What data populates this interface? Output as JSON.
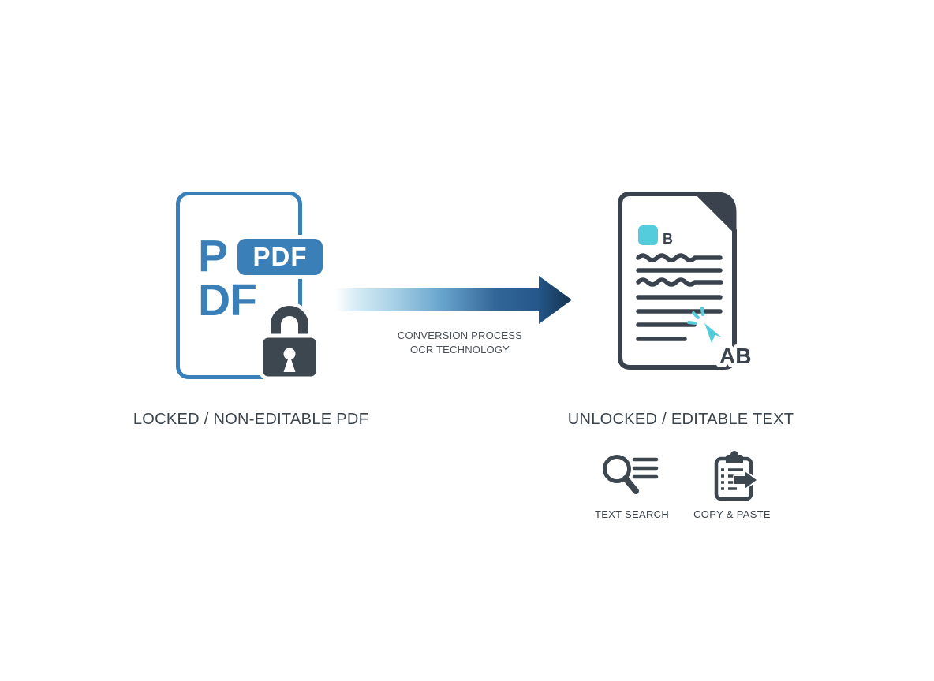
{
  "colors": {
    "blue": "#3a7fb8",
    "navy_dark": "#16324f",
    "slate": "#3d4750",
    "cyan": "#54ccdc",
    "caption_text": "#3b434c",
    "background": "#ffffff"
  },
  "left": {
    "letters_line1": "P",
    "letters_line2": "DF",
    "badge_label": "PDF",
    "caption": "LOCKED / NON-EDITABLE PDF",
    "icon": "lock-icon"
  },
  "arrow": {
    "caption_line1": "CONVERSION PROCESS",
    "caption_line2": "OCR TECHNOLOGY",
    "direction": "left-to-right"
  },
  "right": {
    "highlight_label": "B",
    "cursor_label": "AB",
    "caption": "UNLOCKED / EDITABLE TEXT",
    "icons": [
      "document-icon",
      "click-cursor-icon"
    ]
  },
  "features": [
    {
      "icon": "text-search-icon",
      "label": "TEXT SEARCH"
    },
    {
      "icon": "copy-paste-icon",
      "label": "COPY & PASTE"
    }
  ]
}
